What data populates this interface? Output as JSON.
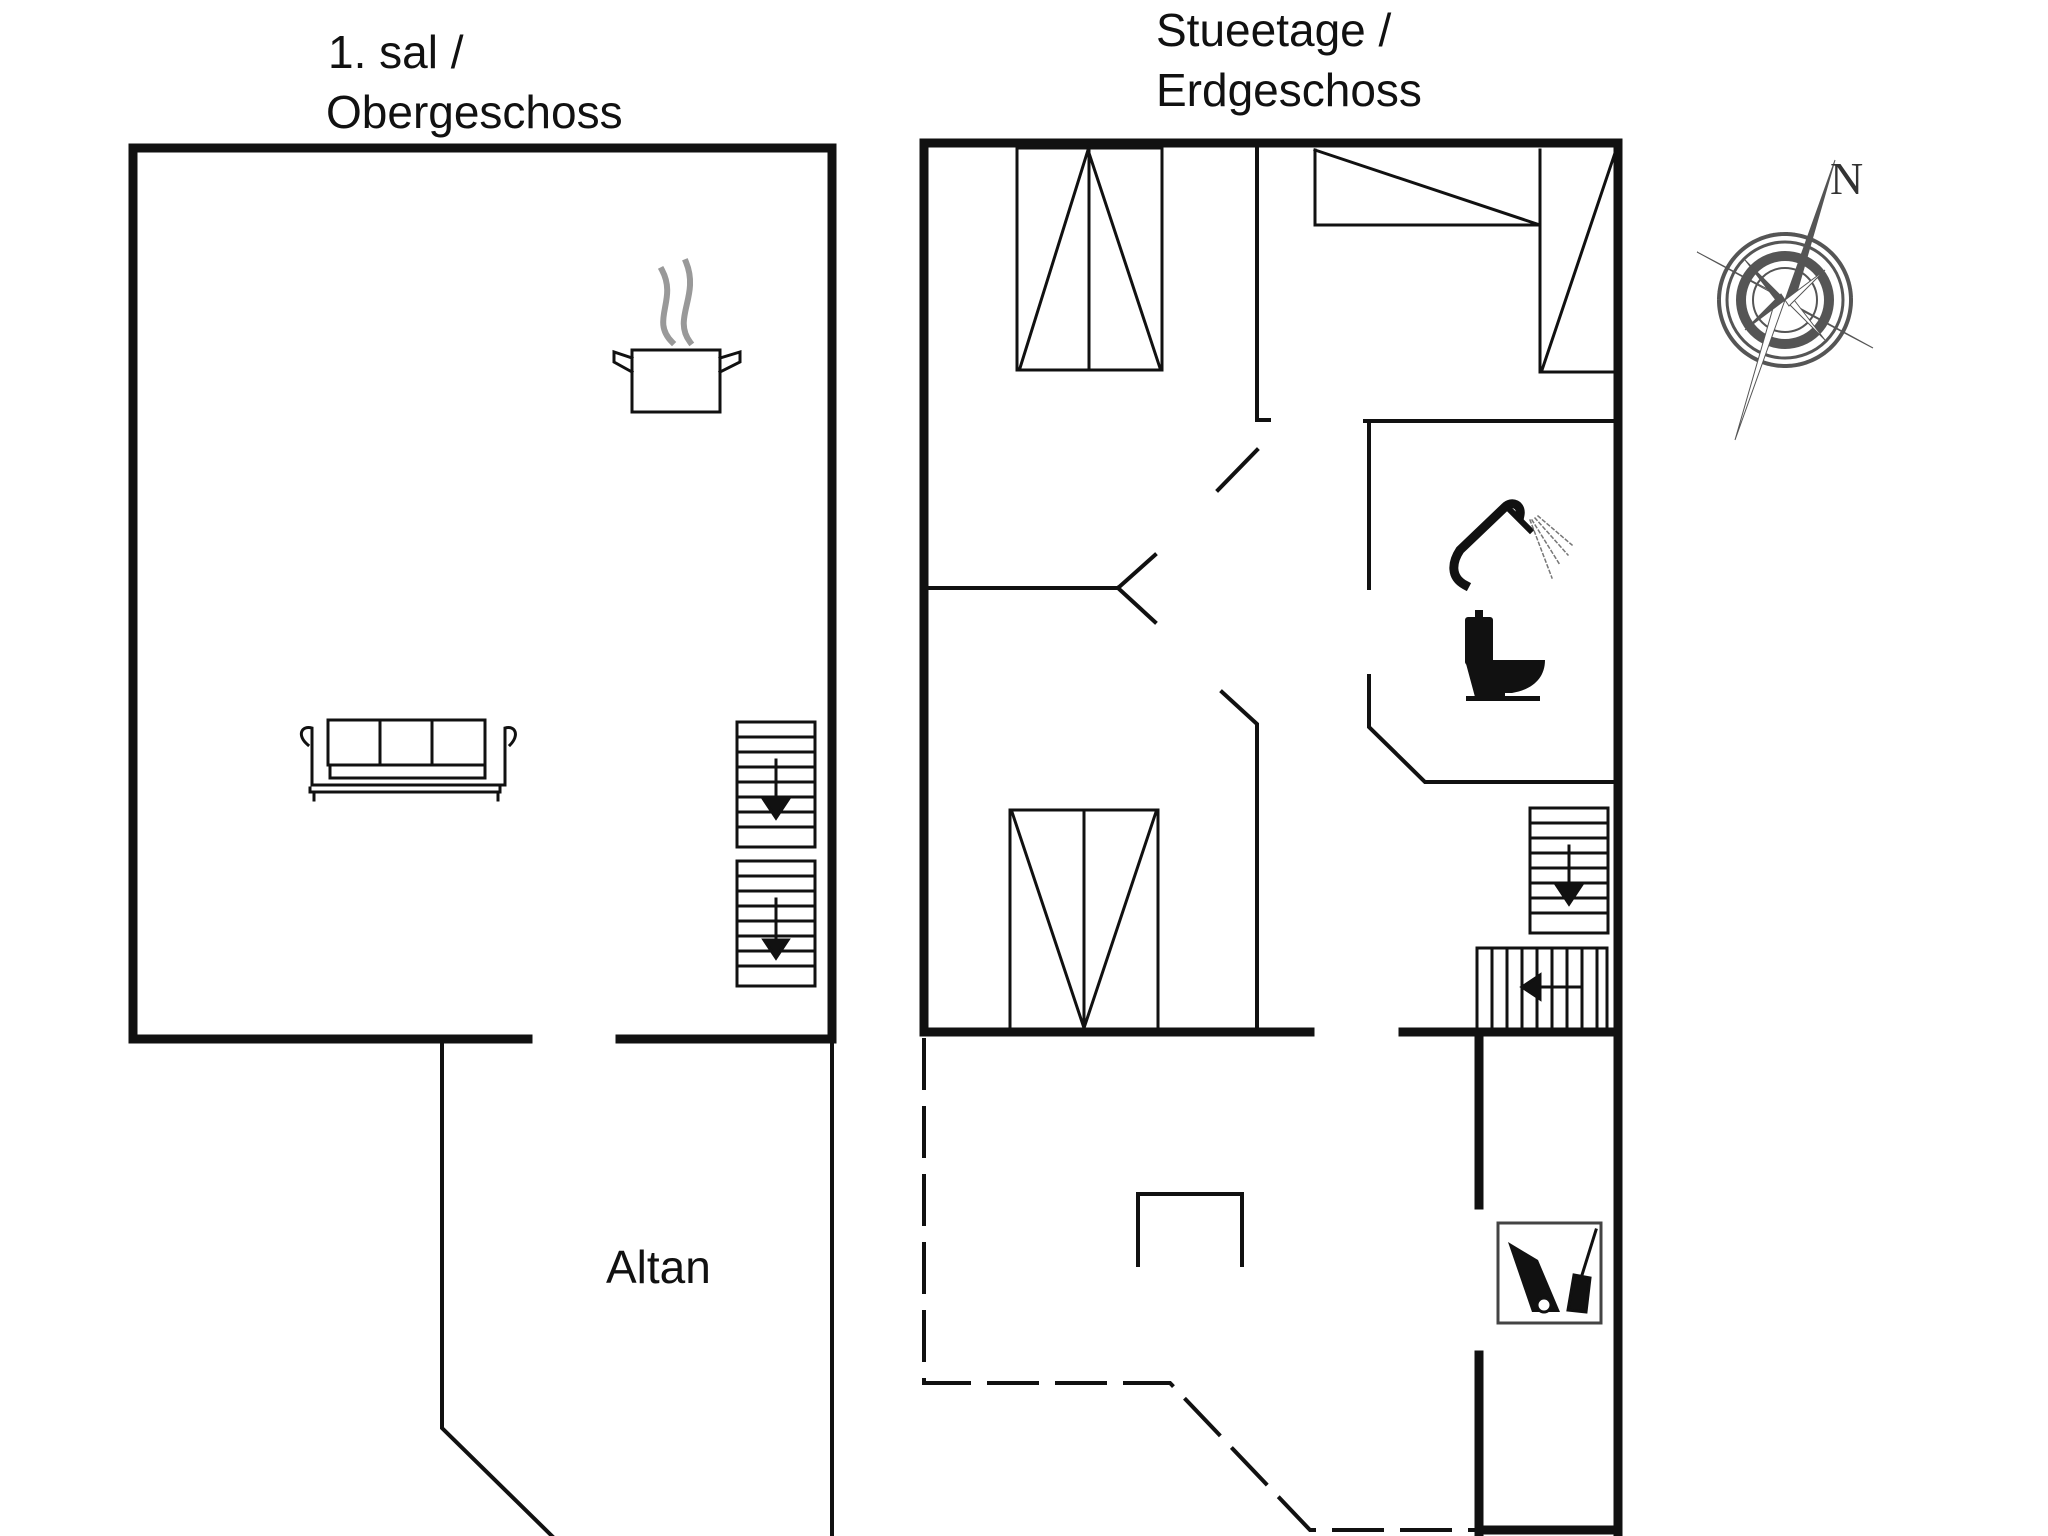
{
  "upper_floor": {
    "title_line1": "1. sal /",
    "title_line2": "Obergeschoss"
  },
  "ground_floor": {
    "title_line1": "Stueetage /",
    "title_line2": "Erdgeschoss"
  },
  "balcony": {
    "label": "Altan"
  },
  "compass": {
    "north_label": "N"
  },
  "icons": [
    "cooking-pot-icon",
    "sofa-icon",
    "shower-icon",
    "toilet-icon",
    "utility-tools-icon",
    "compass-rose-icon",
    "stairs-down-icon"
  ],
  "colors": {
    "wall": "#111111",
    "line": "#222222",
    "compass": "#555555"
  }
}
